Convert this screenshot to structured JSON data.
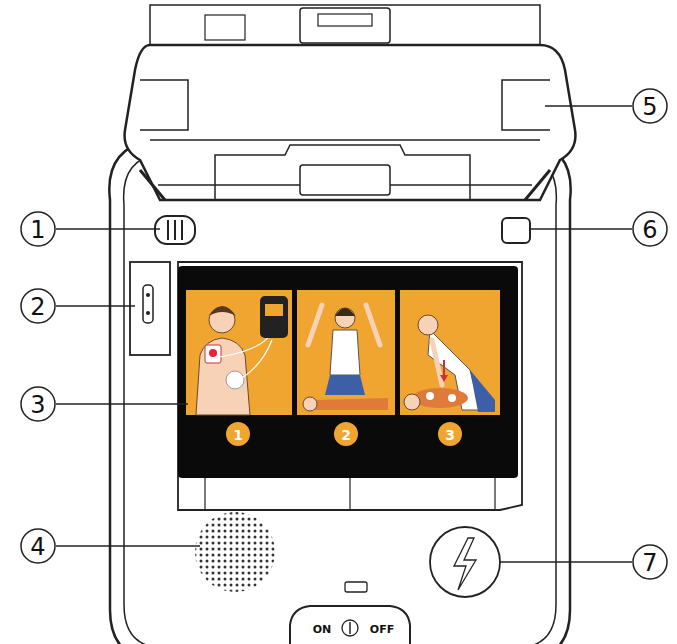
{
  "diagram": {
    "labels": [
      "5",
      "1",
      "6",
      "2",
      "3",
      "4",
      "7",
      "1",
      "2",
      "3",
      "ON",
      "OFF"
    ]
  }
}
